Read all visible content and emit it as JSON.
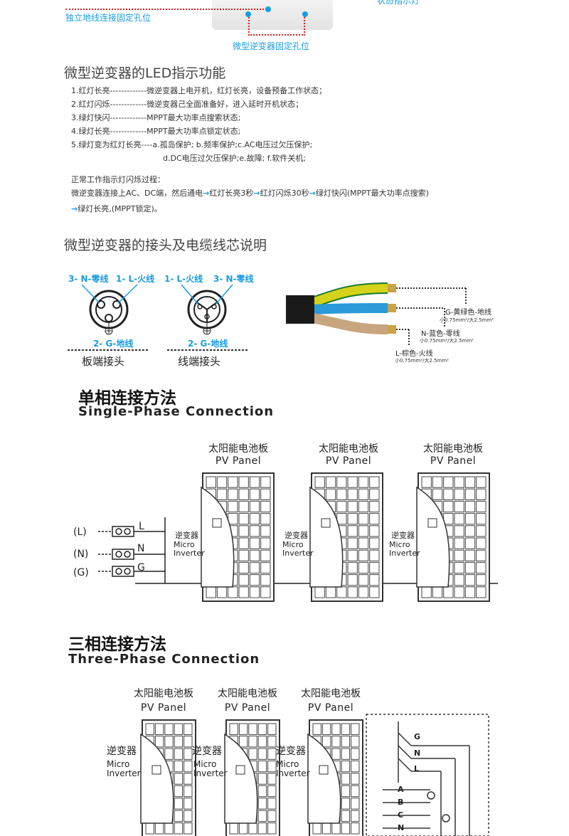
{
  "top": {
    "ground_hole": "独立地线连接固定孔位",
    "status_led": "状态指示灯",
    "mount_hole": "微型逆变器固定孔位"
  },
  "led": {
    "title": "微型逆变器的LED指示功能",
    "lines": [
      "1.红灯长亮-------------微逆变器上电开机，红灯长亮，设备预备工作状态；",
      "2.红灯闪烁-------------微逆变器己全面准备好，进入延时开机状态；",
      "3.绿灯快闪-------------MPPT最大功率点搜索状态;",
      "4.绿灯长亮-------------MPPT最大功率点锁定状态;",
      "5.绿灯变为红灯长亮----a.孤岛保护; b.频率保护;c.AC电压过欠压保护;",
      "d.DC电压过欠压保护;e.故障; f.软件关机;"
    ],
    "normal_title": "正常工作指示灯闪烁过程：",
    "normal_line1_a": "微逆变器连接上AC、DC端，然后通电",
    "normal_line1_b": "红灯长亮3秒",
    "normal_line1_c": "红灯闪烁30秒",
    "normal_line1_d": "绿灯快闪(MPPT最大功率点搜索)",
    "normal_line2": "绿灯长亮,(MPPT锁定)。",
    "arrow": "→"
  },
  "cable": {
    "title": "微型逆变器的接头及电缆线芯说明",
    "board_N": "3- N-零线",
    "board_L": "1- L-火线",
    "board_G": "2- G-地线",
    "board_name": "板端接头",
    "line_L": "1- L-火线",
    "line_N": "3- N-零线",
    "line_G": "2- G-地线",
    "line_name": "线端接头",
    "g_label": "G-黄绿色-地线",
    "g_spec": "小0.75mm²/大2.5mm²",
    "n_label": "N-蓝色-零线",
    "n_spec": "小0.75mm²/大2.5mm²",
    "l_label": "L-棕色-火线",
    "l_spec": "小0.75mm²/大2.5mm²",
    "colors": {
      "yellow_green": "#d4d21a",
      "blue": "#2a9ad8",
      "brown": "#c8a57e",
      "black": "#1a1a1a"
    }
  },
  "single": {
    "title_cn": "单相连接方法",
    "title_en": "Single-Phase Connection",
    "panels": [
      {
        "cn": "太阳能电池板",
        "en": "PV Panel"
      },
      {
        "cn": "太阳能电池板",
        "en": "PV Panel"
      },
      {
        "cn": "太阳能电池板",
        "en": "PV Panel"
      }
    ],
    "inverter_cn": "逆变器",
    "inverter_en1": "Micro",
    "inverter_en2": "Inverter",
    "rows": [
      {
        "paren": "(L)",
        "tag": "L"
      },
      {
        "paren": "(N)",
        "tag": "N"
      },
      {
        "paren": "(G)",
        "tag": "G"
      }
    ]
  },
  "three": {
    "title_cn": "三相连接方法",
    "title_en": "Three-Phase Connection",
    "panels": [
      {
        "cn": "太阳能电池板",
        "en": "PV Panel"
      },
      {
        "cn": "太阳能电池板",
        "en": "PV Panel"
      },
      {
        "cn": "太阳能电池板",
        "en": "PV Panel"
      }
    ],
    "inverter_cn": "逆变器",
    "inverter_en1": "Micro",
    "inverter_en2": "Inverter",
    "bus_top": [
      "G",
      "N",
      "L"
    ],
    "bus_bottom": [
      "A",
      "B",
      "C",
      "N"
    ]
  },
  "accent": "#1a9de0",
  "marker_red": "#e21c1c"
}
